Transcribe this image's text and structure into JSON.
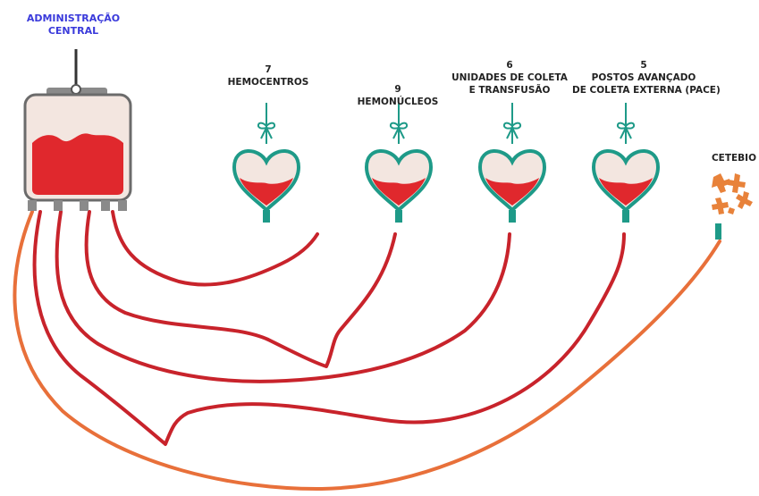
{
  "admin": {
    "line1": "ADMINISTRAÇÃO",
    "line2": "CENTRAL"
  },
  "units": [
    {
      "count": "7",
      "line1": "HEMOCENTROS",
      "line2": ""
    },
    {
      "count": "9",
      "line1": "HEMONÚCLEOS",
      "line2": ""
    },
    {
      "count": "6",
      "line1": "UNIDADES DE COLETA",
      "line2": "E TRANSFUSÃO"
    },
    {
      "count": "5",
      "line1": "POSTOS AVANÇADO",
      "line2": "DE COLETA EXTERNA (PACE)"
    }
  ],
  "cetebio": "CETEBIO",
  "colors": {
    "blood": "#e0282d",
    "tube_red": "#c8232b",
    "tube_orange": "#e8703a",
    "heart_outline": "#1e9a88",
    "bag_fill": "#f3e6e0",
    "bag_outline": "#6b6b6b",
    "admin_text": "#3a3adb",
    "cetebio_icon": "#e8823a"
  }
}
